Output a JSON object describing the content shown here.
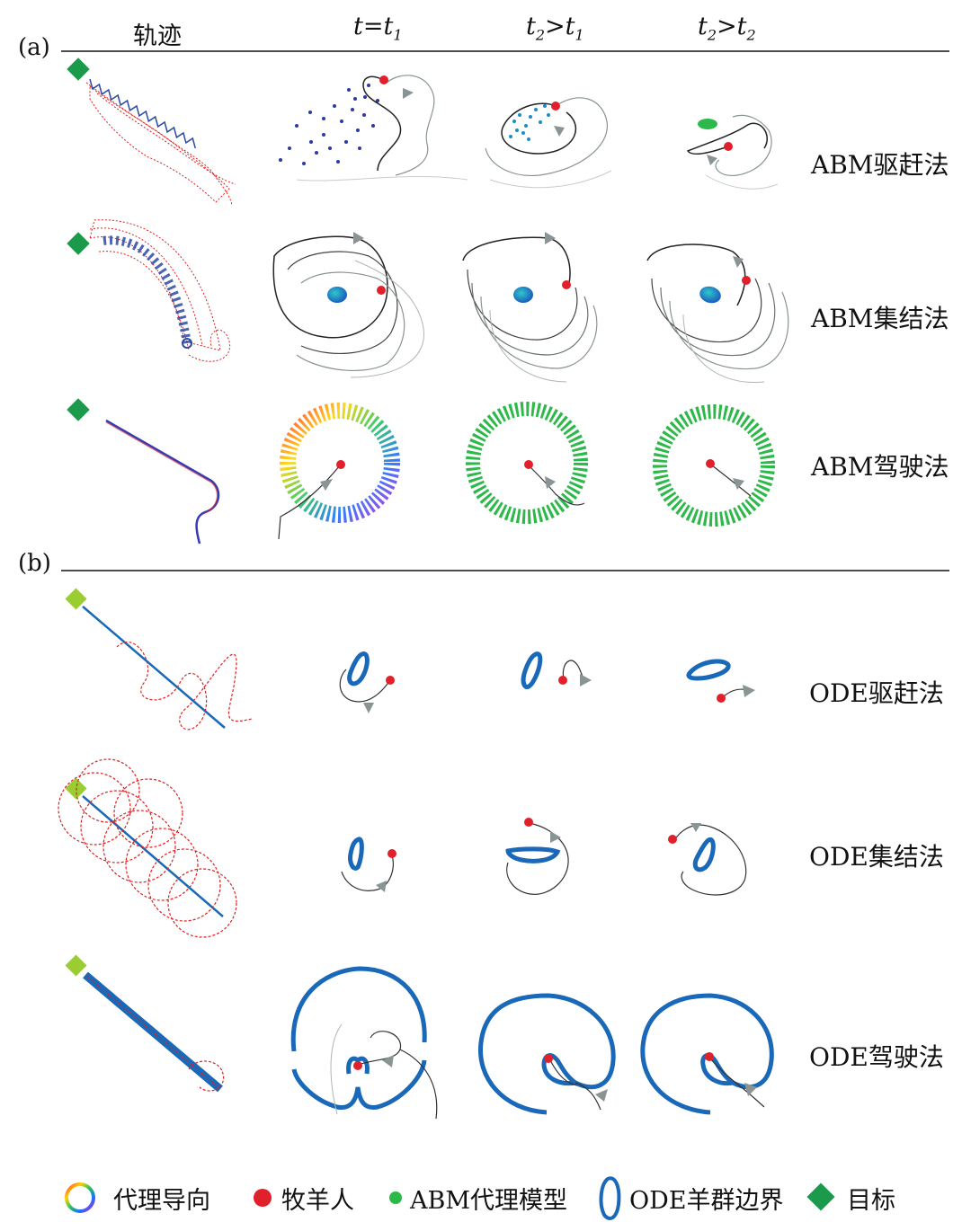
{
  "figure": {
    "panel_a_label": "(a)",
    "panel_b_label": "(b)",
    "column_headers": {
      "trajectory": "轨迹",
      "t1_main": "t=t",
      "t1_sub": "1",
      "t2_main": "t",
      "t2_sub": "2",
      "t2_op": ">t",
      "t2_sub2": "1",
      "t3_main": "t",
      "t3_sub": "2",
      "t3_op": ">t",
      "t3_sub2": "2"
    },
    "row_labels_a": [
      "ABM驱赶法",
      "ABM集结法",
      "ABM驾驶法"
    ],
    "row_labels_b": [
      "ODE驱赶法",
      "ODE集结法",
      "ODE驾驶法"
    ]
  },
  "legend": {
    "agent_heading": "代理导向",
    "shepherd": "牧羊人",
    "abm_agent_model": "ABM代理模型",
    "ode_flock_boundary": "ODE羊群边界",
    "target": "目标"
  },
  "colors": {
    "shepherd": "#e0202a",
    "target_abm": "#1a9a4a",
    "target_ode": "#9acd32",
    "ode_boundary": "#1a68b8",
    "agent_green": "#2db84a",
    "trajectory_red": "#e02020",
    "path_dark": "#222222",
    "path_gray": "#8a9494"
  }
}
